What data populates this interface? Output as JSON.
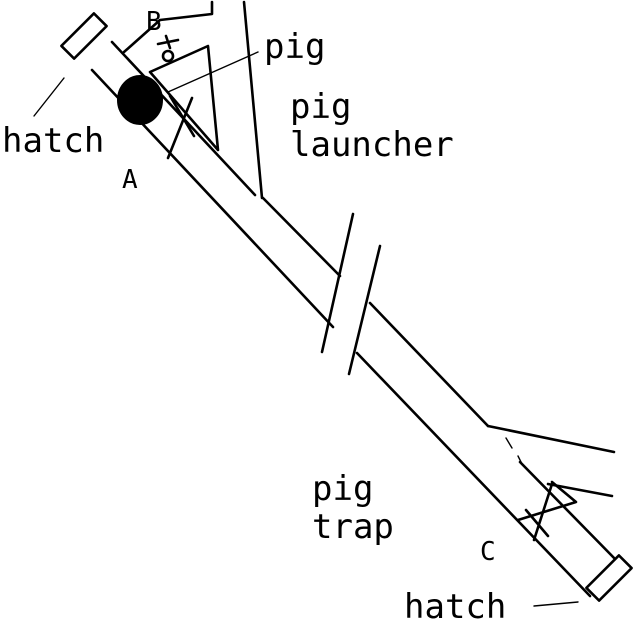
{
  "labels": {
    "pig": "pig",
    "launcher_line1": "pig",
    "launcher_line2": "launcher",
    "trap_line1": "pig",
    "trap_line2": "trap",
    "hatch_top": "hatch",
    "hatch_bottom": "hatch",
    "valve_a": "A",
    "valve_b": "B",
    "valve_c": "C"
  },
  "colors": {
    "ink": "#000000",
    "paper": "#ffffff"
  }
}
